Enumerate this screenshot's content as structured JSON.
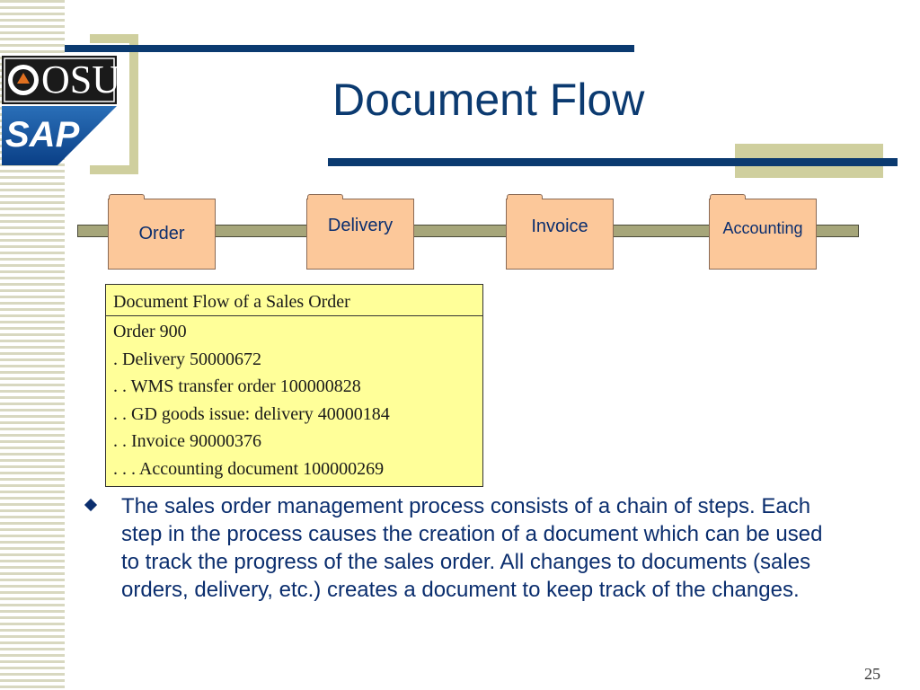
{
  "slide": {
    "title": "Document Flow",
    "page_number": "25"
  },
  "logo": {
    "top_text": "OSU",
    "bottom_text": "SAP"
  },
  "process_steps": [
    {
      "label": "Order"
    },
    {
      "label": "Delivery"
    },
    {
      "label": "Invoice"
    },
    {
      "label": "Accounting"
    }
  ],
  "document_flow_box": {
    "header": "Document Flow of a Sales Order",
    "lines": [
      "Order 900",
      ". Delivery 50000672",
      ". . WMS transfer order 100000828",
      ". . GD goods issue:  delivery 40000184",
      ". . Invoice 90000376",
      ". . . Accounting document 100000269"
    ]
  },
  "bullets": [
    "The sales order management process consists of a chain of steps.  Each step in the process causes the creation of a document which can be used to track the progress of the sales order.  All changes to documents (sales orders, delivery, etc.) creates a document to keep track of the changes."
  ],
  "colors": {
    "title": "#0b3a70",
    "accent_tan": "#cfcf9e",
    "folder": "#fcc89a",
    "flow_box": "#ffff99"
  }
}
